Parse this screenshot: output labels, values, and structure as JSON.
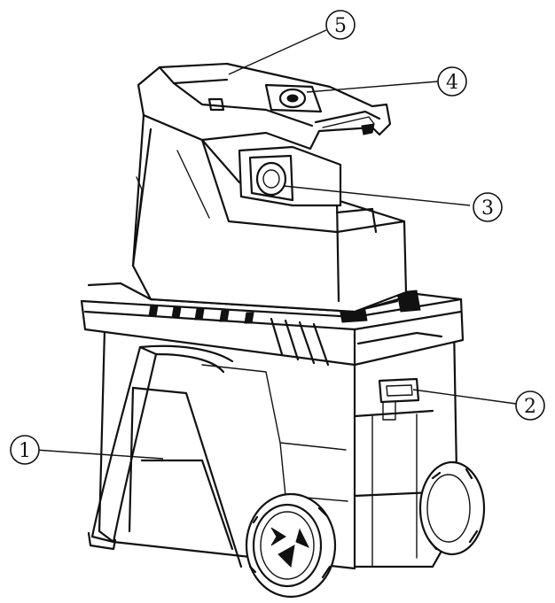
{
  "diagram": {
    "callouts": [
      {
        "id": "1",
        "label": "1"
      },
      {
        "id": "2",
        "label": "2"
      },
      {
        "id": "3",
        "label": "3"
      },
      {
        "id": "4",
        "label": "4"
      },
      {
        "id": "5",
        "label": "5"
      }
    ]
  },
  "colors": {
    "line": "#111111",
    "background": "#ffffff"
  }
}
